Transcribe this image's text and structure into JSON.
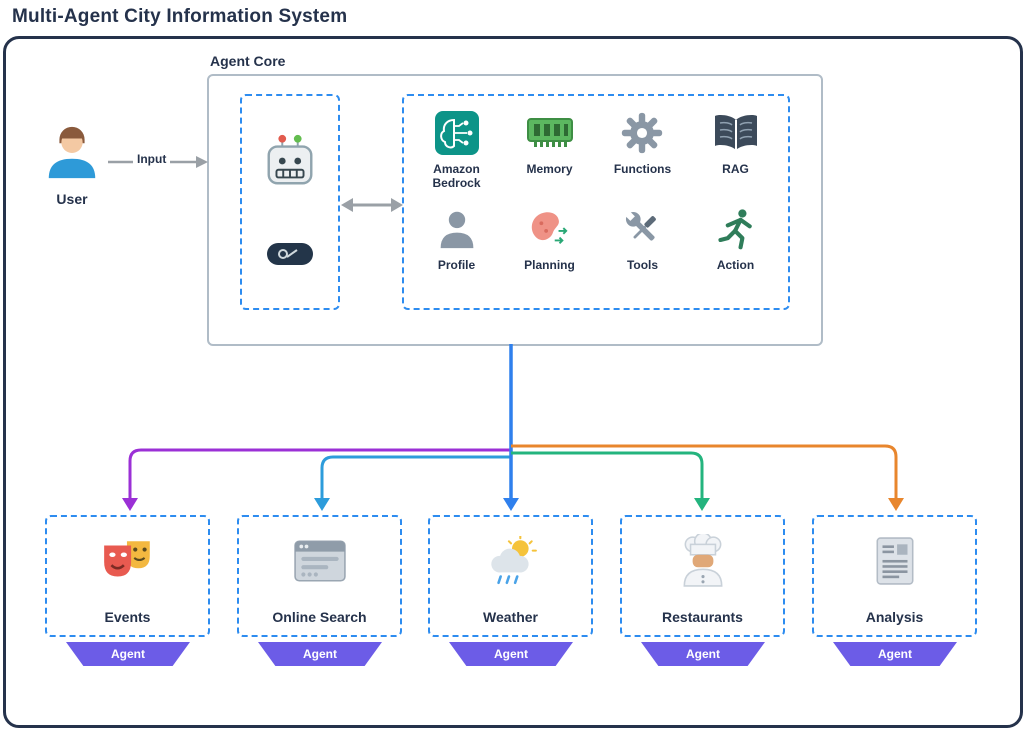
{
  "title": "Multi-Agent City Information System",
  "user": {
    "label": "User",
    "input_label": "Input"
  },
  "agent_core": {
    "label": "Agent Core",
    "modules": [
      {
        "label": "Amazon Bedrock"
      },
      {
        "label": "Memory"
      },
      {
        "label": "Functions"
      },
      {
        "label": "RAG"
      },
      {
        "label": "Profile"
      },
      {
        "label": "Planning"
      },
      {
        "label": "Tools"
      },
      {
        "label": "Action"
      }
    ]
  },
  "agents": [
    {
      "label": "Events",
      "banner": "Agent",
      "color": "#9b30d6"
    },
    {
      "label": "Online Search",
      "banner": "Agent",
      "color": "#2d9cdb"
    },
    {
      "label": "Weather",
      "banner": "Agent",
      "color": "#2f80ed"
    },
    {
      "label": "Restaurants",
      "banner": "Agent",
      "color": "#24b47e"
    },
    {
      "label": "Analysis",
      "banner": "Agent",
      "color": "#e8862d"
    }
  ],
  "colors": {
    "outline": "#25324b",
    "dashed_border": "#2d8cf0",
    "core_border": "#b0bcc7",
    "banner": "#6c5ce7",
    "arrow_gray": "#9aa0a6"
  }
}
